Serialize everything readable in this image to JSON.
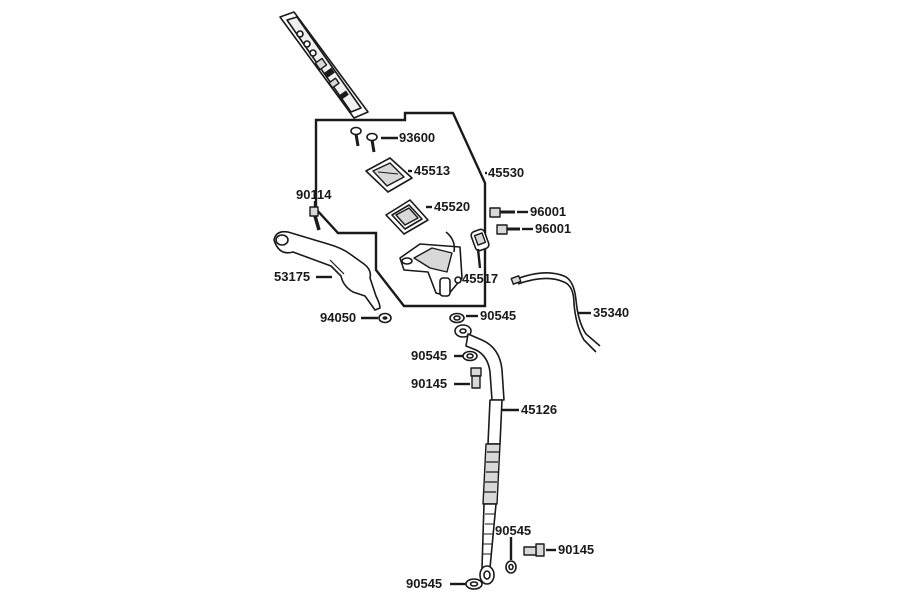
{
  "diagram": {
    "callouts": [
      {
        "id": "93600",
        "text": "93600"
      },
      {
        "id": "45513",
        "text": "45513"
      },
      {
        "id": "45530",
        "text": "45530"
      },
      {
        "id": "90114",
        "text": "90114"
      },
      {
        "id": "45520",
        "text": "45520"
      },
      {
        "id": "96001a",
        "text": "96001"
      },
      {
        "id": "96001b",
        "text": "96001"
      },
      {
        "id": "53175",
        "text": "53175"
      },
      {
        "id": "45517",
        "text": "45517"
      },
      {
        "id": "35340",
        "text": "35340"
      },
      {
        "id": "94050",
        "text": "94050"
      },
      {
        "id": "90545a",
        "text": "90545"
      },
      {
        "id": "90545b",
        "text": "90545"
      },
      {
        "id": "90145a",
        "text": "90145"
      },
      {
        "id": "45126",
        "text": "45126"
      },
      {
        "id": "90545c",
        "text": "90545"
      },
      {
        "id": "90145b",
        "text": "90145"
      },
      {
        "id": "90545d",
        "text": "90545"
      }
    ]
  }
}
